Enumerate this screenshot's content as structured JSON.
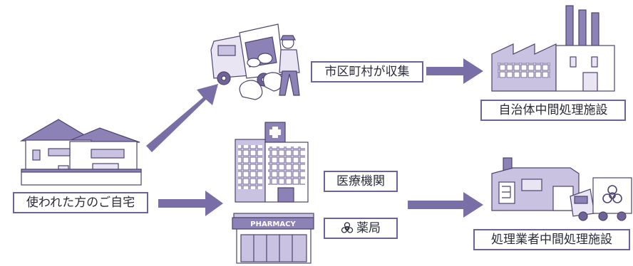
{
  "labels": {
    "home": "使われた方のご自宅",
    "municipal": "市区町村が収集",
    "municipal_facility": "自治体中間処理施設",
    "medical": "医療機関",
    "pharmacy": "薬局",
    "contractor_facility": "処理業者中間処理施設"
  },
  "signage": {
    "pharmacy_sign": "PHARMACY"
  },
  "icons": {
    "pharmacy_label_icon": "biohazard-icon",
    "truck_icon": "biohazard-icon",
    "hospital_icon": "medical-cross-icon"
  },
  "colors": {
    "accent": "#7a6ea6",
    "dark": "#5b4f86",
    "fill": "#c9c2e0",
    "light": "#e9e5f3"
  }
}
